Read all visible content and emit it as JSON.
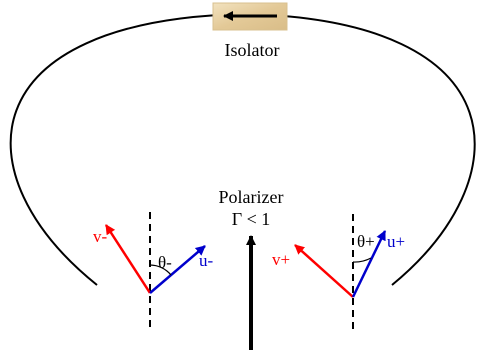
{
  "isolator": {
    "label": "Isolator",
    "box_color": "#e8d2a6",
    "arrow_direction": "left"
  },
  "polarizer": {
    "label": "Polarizer",
    "condition": "Γ < 1",
    "arrow_direction": "up"
  },
  "left_vectors": {
    "v_label": "v-",
    "u_label": "u-",
    "angle_label": "θ-"
  },
  "right_vectors": {
    "v_label": "v+",
    "u_label": "u+",
    "angle_label": "θ+"
  },
  "colors": {
    "v_vector": "#ff0000",
    "u_vector": "#0000cc",
    "ring": "#000000",
    "axis": "#000000"
  }
}
